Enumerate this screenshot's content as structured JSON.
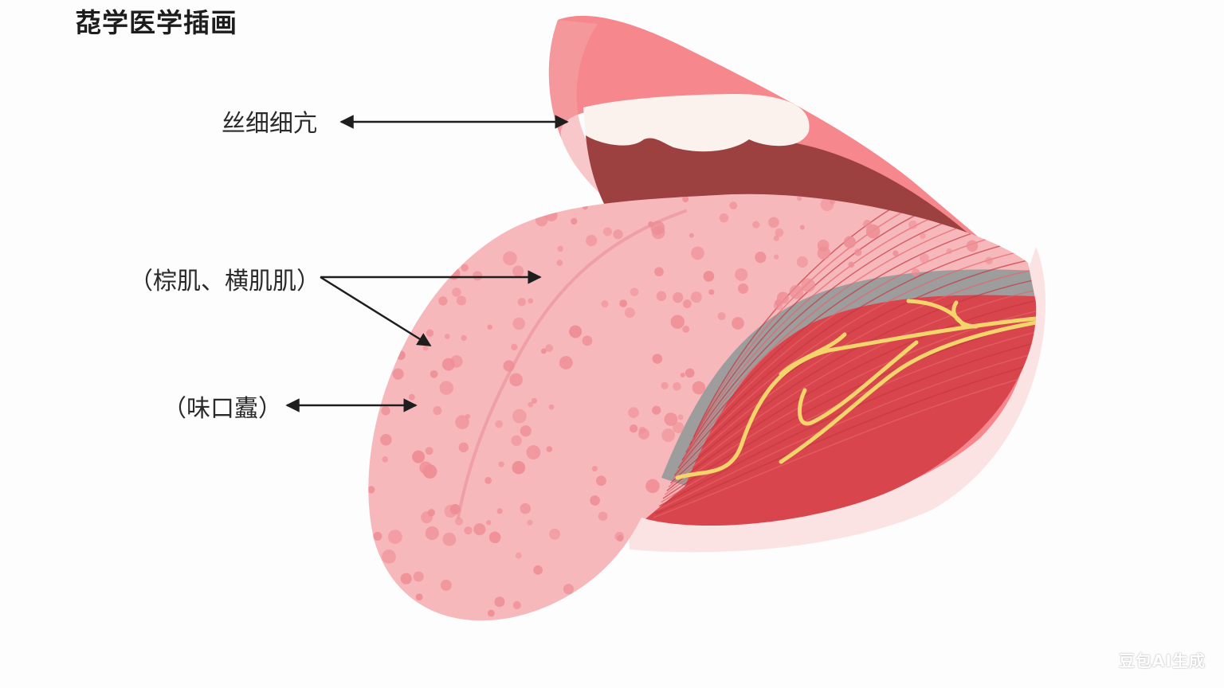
{
  "title": "莻学医学插画",
  "labels": {
    "filiform": "丝细细亢",
    "muscle": "（棕肌、横肌肌）",
    "taste": "（味口蠹）"
  },
  "watermark": "豆包AI生成",
  "colors": {
    "lip": "#f6878c",
    "lip_dark": "#e86e76",
    "mouth_inner": "#9c4040",
    "teeth": "#fbf2ee",
    "tongue": "#f7b8bc",
    "tongue_dots": "#ee8d94",
    "muscle": "#d8454c",
    "nerve": "#f3d56b",
    "fascia": "#9d9d9d"
  },
  "icons": [
    "double-arrow-icon",
    "arrow-icon"
  ]
}
